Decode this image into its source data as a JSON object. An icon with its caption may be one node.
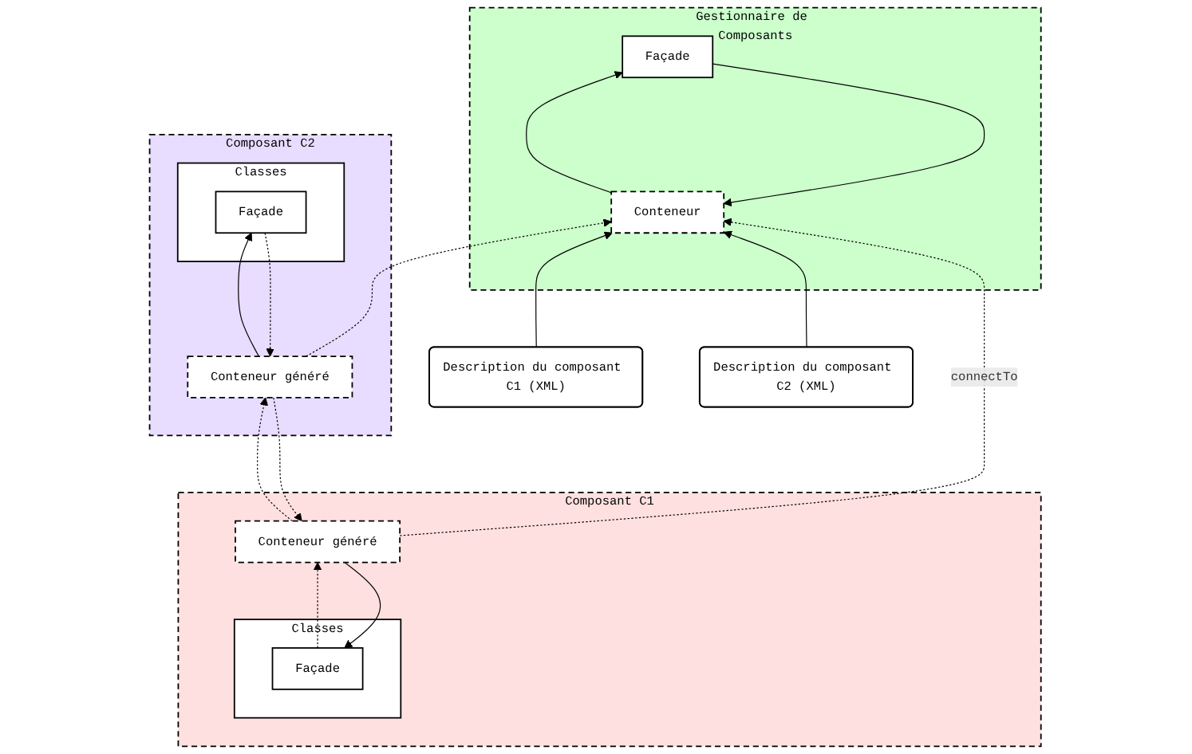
{
  "diagram": {
    "nodes": [
      {
        "text": [
          "Gestionnaire de Composants"
        ]
      },
      {
        "text": [
          "Façade"
        ],
        "in": 0
      },
      {
        "text": [
          "Conteneur"
        ],
        "in": 0
      },
      {
        "text": [
          "Description du composant C1 (XML)"
        ]
      },
      {
        "text": [
          "Description du composant C2 (XML)"
        ]
      },
      {
        "text": [
          "Composant C1"
        ]
      },
      {
        "text": [
          "Classes"
        ],
        "in": 5
      },
      {
        "text": [
          "Façade"
        ],
        "in": 6
      },
      {
        "text": [
          "Conteneur généré"
        ],
        "in": 5
      },
      {
        "text": [
          "Composant C2"
        ]
      },
      {
        "text": [
          "Conteneur généré"
        ],
        "in": 9
      },
      {
        "text": [
          "Classes"
        ],
        "in": 9
      },
      {
        "text": [
          "Façade"
        ],
        "in": 11
      }
    ],
    "edges": [
      {
        "from": 2,
        "to": 1,
        "arrow": "to"
      },
      {
        "from": 1,
        "to": 2,
        "arrow": "to"
      },
      {
        "from": 3,
        "to": 2,
        "arrow": "to"
      },
      {
        "from": 4,
        "to": 2,
        "arrow": "to"
      },
      {
        "from": 8,
        "to": 2,
        "arrow": "to",
        "style": "dashed",
        "label": "connectTo"
      },
      {
        "from": 10,
        "to": 2,
        "arrow": "to",
        "style": "dashed"
      },
      {
        "from": 8,
        "to": 7,
        "arrow": "to"
      },
      {
        "from": 7,
        "to": 8,
        "arrow": "to",
        "style": "dashed"
      },
      {
        "from": 10,
        "to": 8,
        "arrow": "to",
        "style": "dashed"
      },
      {
        "from": 8,
        "to": 10,
        "arrow": "to",
        "style": "dashed"
      },
      {
        "from": 10,
        "to": 12,
        "arrow": "to"
      },
      {
        "from": 12,
        "to": 10,
        "arrow": "to",
        "style": "dashed"
      }
    ]
  }
}
